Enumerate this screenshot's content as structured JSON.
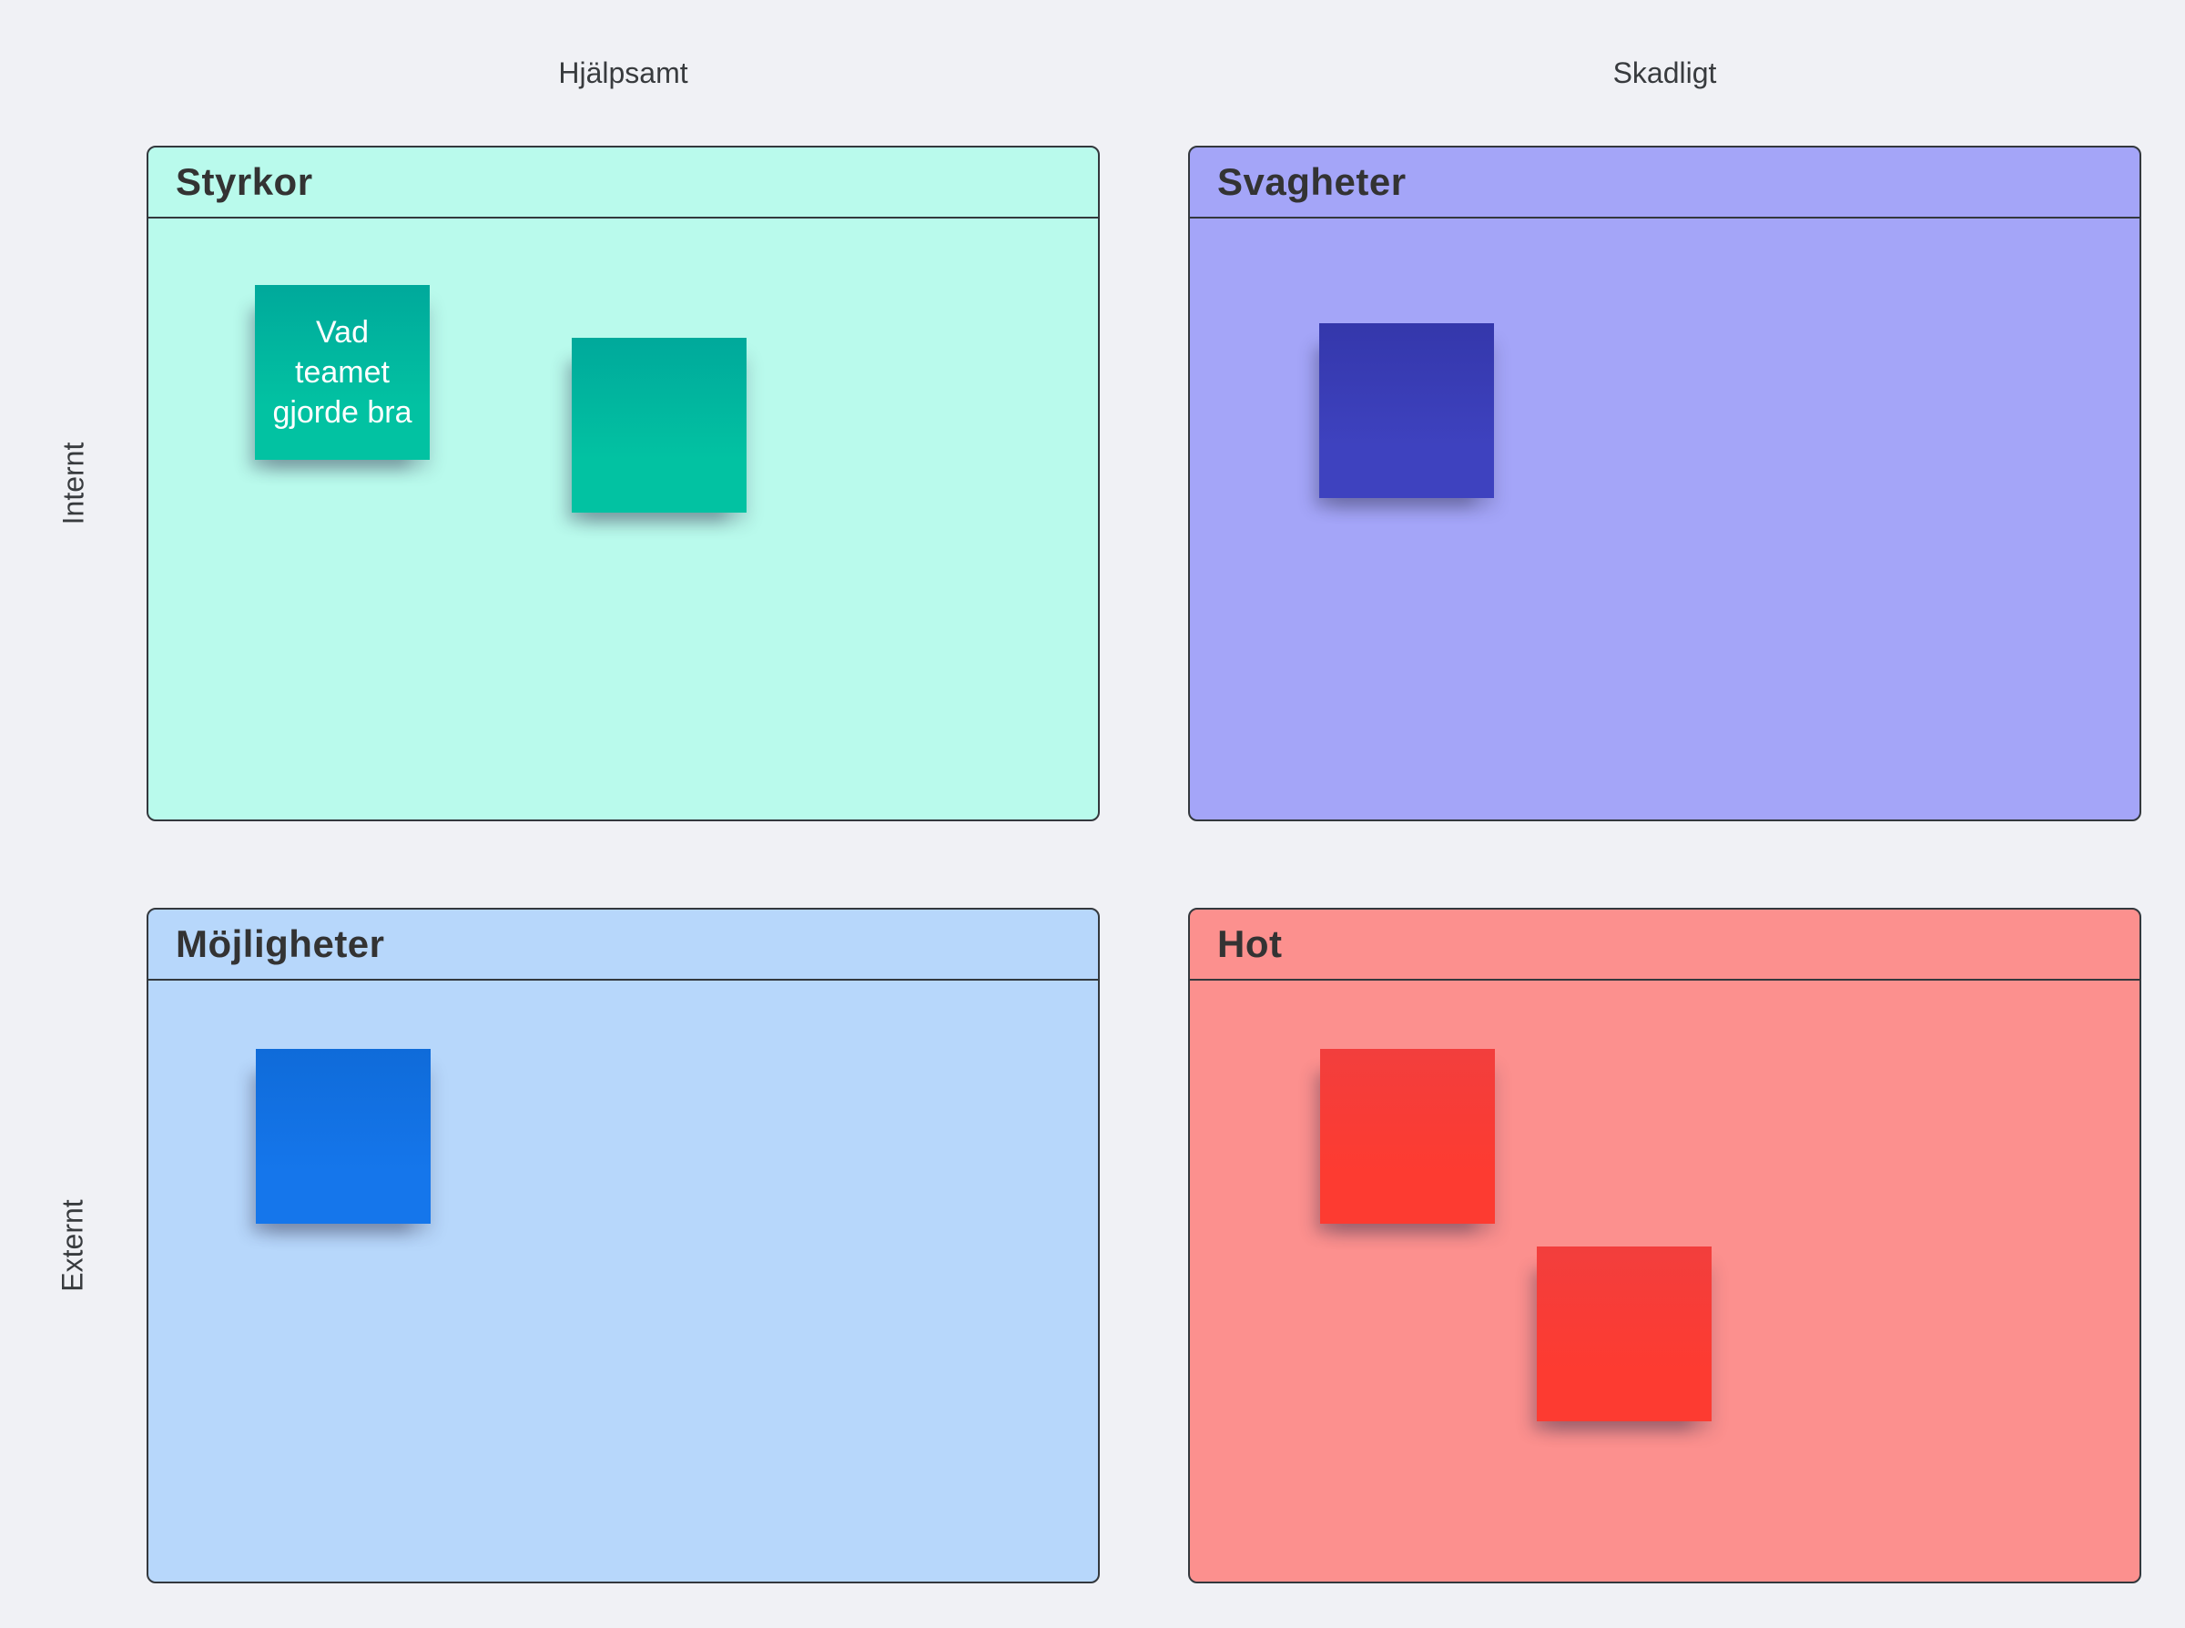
{
  "board": {
    "background": "#f0f1f5",
    "border_color": "#33383d",
    "title_color": "#333333"
  },
  "axis": {
    "top_left": "Hjälpsamt",
    "top_right": "Skadligt",
    "side_top": "Internt",
    "side_bottom": "Externt"
  },
  "quadrants": [
    {
      "id": "styrkor",
      "title": "Styrkor",
      "color": "#b9faec"
    },
    {
      "id": "svagheter",
      "title": "Svagheter",
      "color": "#a4a5f8"
    },
    {
      "id": "mojligheter",
      "title": "Möjligheter",
      "color": "#b7d7fb"
    },
    {
      "id": "hot",
      "title": "Hot",
      "color": "#fc908e"
    }
  ],
  "stickies": [
    {
      "id": "strength-note-1",
      "quadrant": "Styrkor",
      "text": "Vad\nteamet\ngjorde bra",
      "color": "#00bfa5",
      "text_color": "#ffffff"
    },
    {
      "id": "strength-note-2",
      "quadrant": "Styrkor",
      "text": "",
      "color": "#00bfa5"
    },
    {
      "id": "weakness-note-1",
      "quadrant": "Svagheter",
      "text": "",
      "color": "#3a3db8"
    },
    {
      "id": "opportunity-note-1",
      "quadrant": "Möjligheter",
      "text": "",
      "color": "#1472e6"
    },
    {
      "id": "threat-note-1",
      "quadrant": "Hot",
      "text": "",
      "color": "#fa3b34"
    },
    {
      "id": "threat-note-2",
      "quadrant": "Hot",
      "text": "",
      "color": "#fa3b34"
    }
  ]
}
